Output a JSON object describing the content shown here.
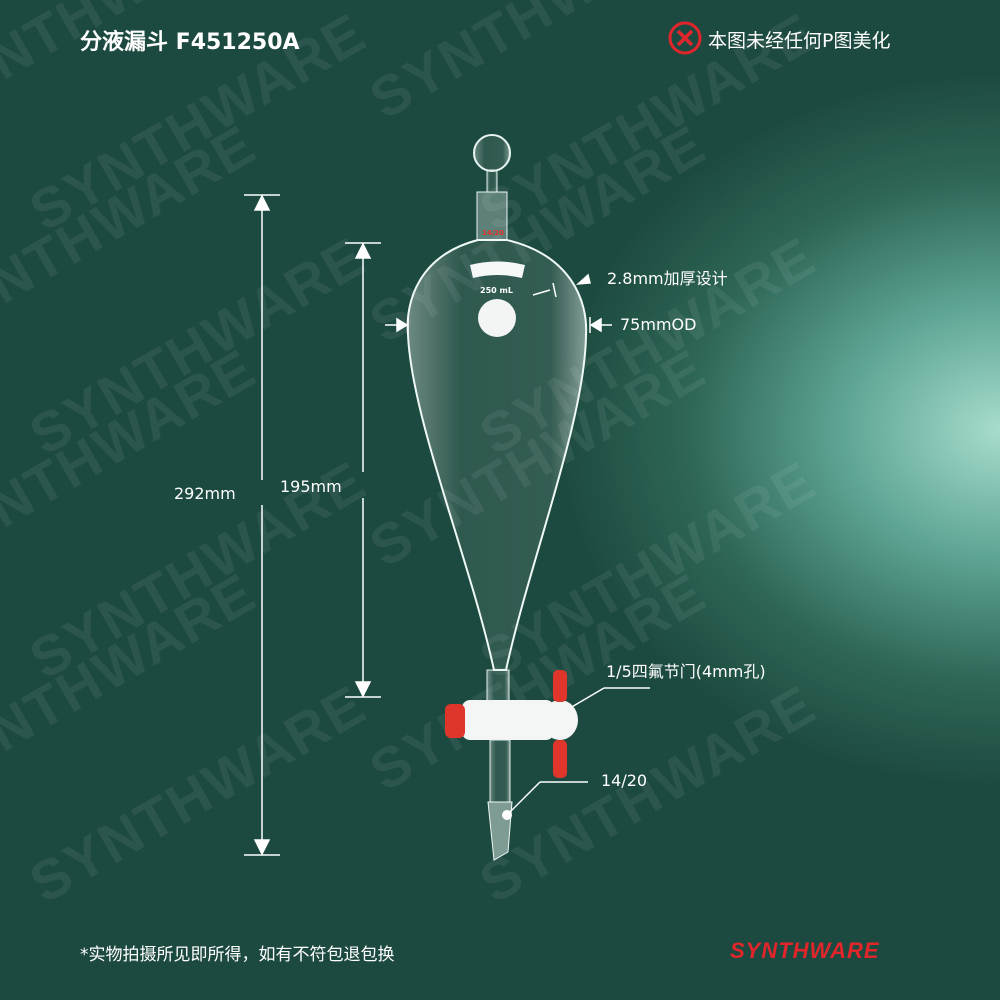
{
  "title": "分液漏斗  F451250A",
  "notice": "本图未经任何P图美化",
  "watermark": "SYNTHWARE",
  "labels": {
    "total_height": "292mm",
    "body_height": "195mm",
    "wall": "2.8mm加厚设计",
    "od": "75mmOD",
    "stopcock": "1/5四氟节门(4mm孔)",
    "joint": "14/20",
    "volume": "250 mL",
    "stopper_joint": "14/20"
  },
  "footer": "*实物拍摄所见即所得，如有不符包退包换",
  "brand": "SYNTHWARE",
  "colors": {
    "brand": "#e0262b",
    "bg": "#1d4a40"
  }
}
